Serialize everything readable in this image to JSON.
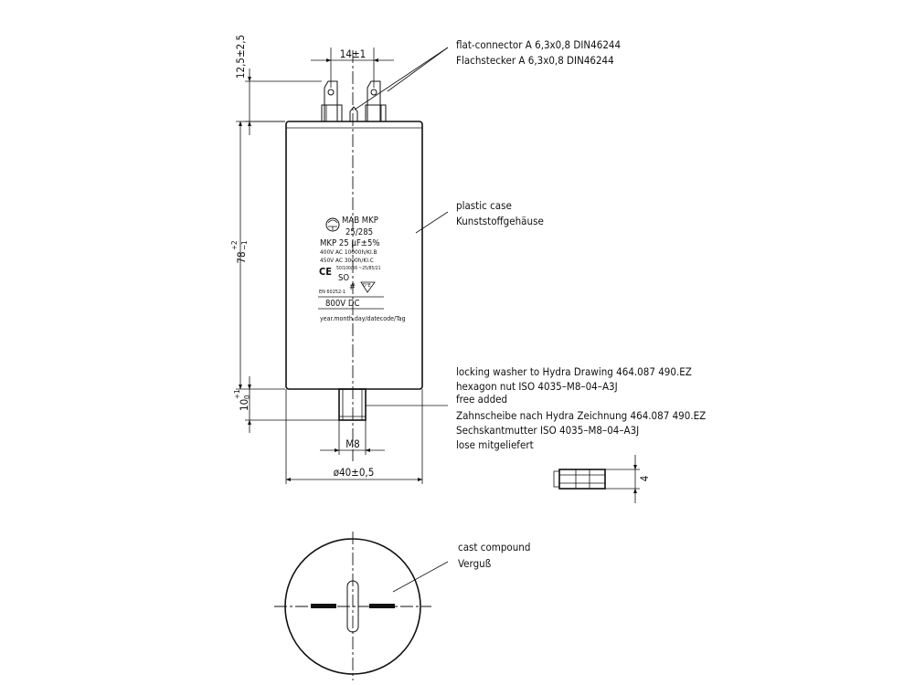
{
  "dimensions": {
    "top_terminal_height": "12,5±2,5",
    "terminal_spacing": "14±1",
    "body_height": "78",
    "body_height_tol_upper": "+2",
    "body_height_tol_lower": "−1",
    "stud_length": "10",
    "stud_length_tol_upper": "+1",
    "stud_length_tol_lower": "0",
    "stud_thread": "M8",
    "diameter": "ø40±0,5",
    "nut_height": "4"
  },
  "notes": {
    "connector_en": "flat-connector  A  6,3x0,8  DIN46244",
    "connector_de": "Flachstecker  A  6,3x0,8  DIN46244",
    "case_en": "plastic case",
    "case_de": "Kunststoffgehäuse",
    "washer_en": "locking washer to Hydra Drawing 464.087 490.EZ",
    "nut_en": "hexagon  nut  ISO  4035–M8–04–A3J",
    "free_en": "free  added",
    "washer_de": "Zahnscheibe nach Hydra Zeichnung 464.087 490.EZ",
    "nut_de": "Sechskantmutter  ISO  4035–M8–04–A3J",
    "free_de": "lose  mitgeliefert",
    "compound_en": "cast  compound",
    "compound_de": "Verguß"
  },
  "label": {
    "brand": "MAB  MKP",
    "rating": "25/285",
    "capacitance": "MKP  25  µF±5%",
    "line1": "400V  AC  10000h/KI.B",
    "line2": "450V  AC    3000h/KI.C",
    "climate": "50/100/56 ~25/85/21",
    "ce": "CE",
    "so": "SO",
    "cert": "D°E",
    "hash": "#",
    "standard": "EN 60252-1",
    "dc": "800V  DC",
    "date": "year.month.day/datecode/Tag"
  }
}
